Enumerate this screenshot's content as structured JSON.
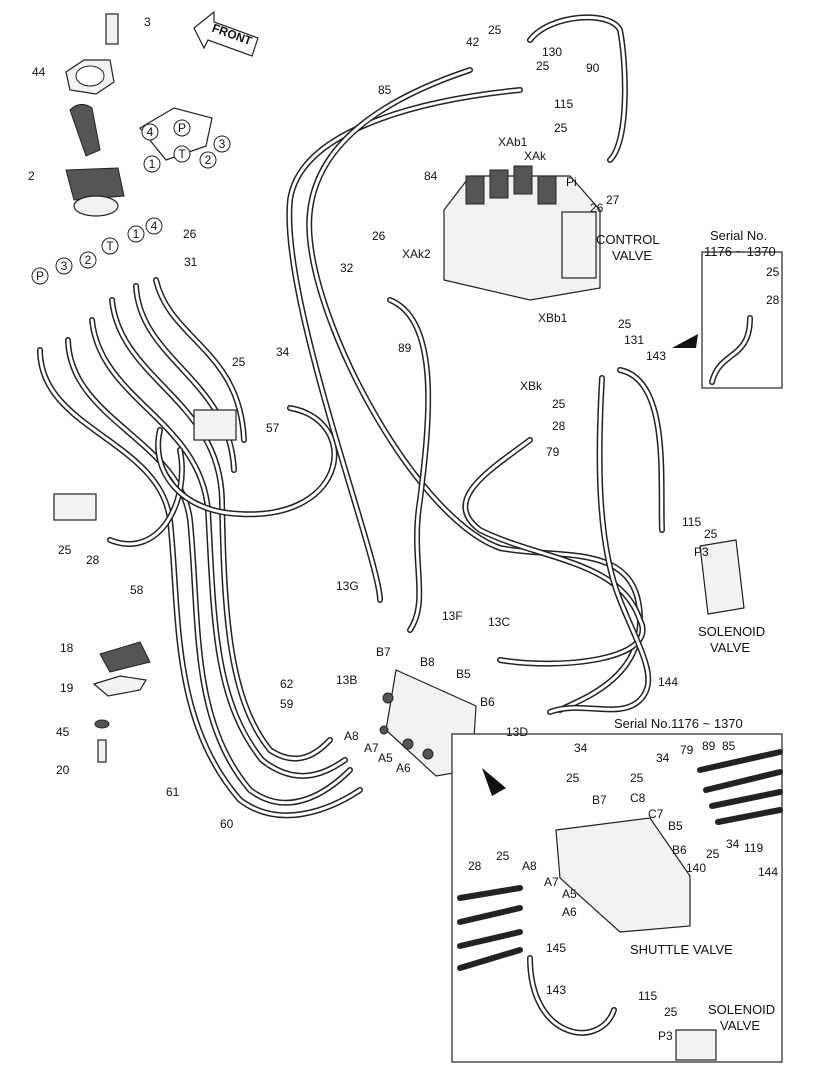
{
  "front_label": "FRONT",
  "control_valve": [
    "CONTROL",
    "VALVE"
  ],
  "solenoid_valve": [
    "SOLENOID",
    "VALVE"
  ],
  "serial_box": [
    "Serial No.",
    "1176 ~ 1370"
  ],
  "detail": {
    "title": "Serial No.1176 ~ 1370",
    "shuttle": "SHUTTLE VALVE",
    "solenoid": [
      "SOLENOID",
      "VALVE"
    ]
  },
  "port_circles": [
    "P",
    "3",
    "2",
    "T",
    "1",
    "4"
  ],
  "labels": [
    {
      "id": "l3",
      "t": "3"
    },
    {
      "id": "l44",
      "t": "44"
    },
    {
      "id": "l2",
      "t": "2"
    },
    {
      "id": "l26a",
      "t": "26"
    },
    {
      "id": "l31",
      "t": "31"
    },
    {
      "id": "l25a",
      "t": "25"
    },
    {
      "id": "l34a",
      "t": "34"
    },
    {
      "id": "l57",
      "t": "57"
    },
    {
      "id": "l25b",
      "t": "25"
    },
    {
      "id": "l28a",
      "t": "28"
    },
    {
      "id": "l58",
      "t": "58"
    },
    {
      "id": "l18",
      "t": "18"
    },
    {
      "id": "l19",
      "t": "19"
    },
    {
      "id": "l45",
      "t": "45"
    },
    {
      "id": "l20",
      "t": "20"
    },
    {
      "id": "l61",
      "t": "61"
    },
    {
      "id": "l60",
      "t": "60"
    },
    {
      "id": "l62",
      "t": "62"
    },
    {
      "id": "l59",
      "t": "59"
    },
    {
      "id": "l85",
      "t": "85"
    },
    {
      "id": "l84",
      "t": "84"
    },
    {
      "id": "l42",
      "t": "42"
    },
    {
      "id": "l25c",
      "t": "25"
    },
    {
      "id": "l130",
      "t": "130"
    },
    {
      "id": "l25d",
      "t": "25"
    },
    {
      "id": "l90",
      "t": "90"
    },
    {
      "id": "l115a",
      "t": "115"
    },
    {
      "id": "l25e",
      "t": "25"
    },
    {
      "id": "lXAb1",
      "t": "XAb1"
    },
    {
      "id": "lXAk",
      "t": "XAk"
    },
    {
      "id": "lPi",
      "t": "Pi"
    },
    {
      "id": "l26b",
      "t": "26"
    },
    {
      "id": "l27",
      "t": "27"
    },
    {
      "id": "l26c",
      "t": "26"
    },
    {
      "id": "lXAk2",
      "t": "XAk2"
    },
    {
      "id": "l32",
      "t": "32"
    },
    {
      "id": "l89",
      "t": "89"
    },
    {
      "id": "lXBb1",
      "t": "XBb1"
    },
    {
      "id": "l25f",
      "t": "25"
    },
    {
      "id": "l131",
      "t": "131"
    },
    {
      "id": "l143a",
      "t": "143"
    },
    {
      "id": "l25g",
      "t": "25"
    },
    {
      "id": "l28b",
      "t": "28"
    },
    {
      "id": "lXBk",
      "t": "XBk"
    },
    {
      "id": "l25h",
      "t": "25"
    },
    {
      "id": "l28c",
      "t": "28"
    },
    {
      "id": "l79",
      "t": "79"
    },
    {
      "id": "l115b",
      "t": "115"
    },
    {
      "id": "l25i",
      "t": "25"
    },
    {
      "id": "lP3a",
      "t": "P3"
    },
    {
      "id": "l144a",
      "t": "144"
    },
    {
      "id": "l13G",
      "t": "13G"
    },
    {
      "id": "l13F",
      "t": "13F"
    },
    {
      "id": "l13C",
      "t": "13C"
    },
    {
      "id": "lB7",
      "t": "B7"
    },
    {
      "id": "lB8",
      "t": "B8"
    },
    {
      "id": "lB5",
      "t": "B5"
    },
    {
      "id": "lB6",
      "t": "B6"
    },
    {
      "id": "l13B",
      "t": "13B"
    },
    {
      "id": "l13D",
      "t": "13D"
    },
    {
      "id": "lA8",
      "t": "A8"
    },
    {
      "id": "lA7",
      "t": "A7"
    },
    {
      "id": "lA5",
      "t": "A5"
    },
    {
      "id": "lA6",
      "t": "A6"
    },
    {
      "id": "l144b",
      "t": "144"
    },
    {
      "id": "d34a",
      "t": "34"
    },
    {
      "id": "d25a",
      "t": "25"
    },
    {
      "id": "dB7",
      "t": "B7"
    },
    {
      "id": "d34b",
      "t": "34"
    },
    {
      "id": "d79",
      "t": "79"
    },
    {
      "id": "d89",
      "t": "89"
    },
    {
      "id": "d85",
      "t": "85"
    },
    {
      "id": "d25b",
      "t": "25"
    },
    {
      "id": "dC8",
      "t": "C8"
    },
    {
      "id": "dC7",
      "t": "C7"
    },
    {
      "id": "dB5",
      "t": "B5"
    },
    {
      "id": "dB6",
      "t": "B6"
    },
    {
      "id": "d140",
      "t": "140"
    },
    {
      "id": "d25c",
      "t": "25"
    },
    {
      "id": "d34c",
      "t": "34"
    },
    {
      "id": "d119",
      "t": "119"
    },
    {
      "id": "d144",
      "t": "144"
    },
    {
      "id": "d28",
      "t": "28"
    },
    {
      "id": "d25d",
      "t": "25"
    },
    {
      "id": "dA8",
      "t": "A8"
    },
    {
      "id": "dA7",
      "t": "A7"
    },
    {
      "id": "dA5",
      "t": "A5"
    },
    {
      "id": "dA6",
      "t": "A6"
    },
    {
      "id": "d145",
      "t": "145"
    },
    {
      "id": "d143",
      "t": "143"
    },
    {
      "id": "d115",
      "t": "115"
    },
    {
      "id": "d25e",
      "t": "25"
    },
    {
      "id": "dP3",
      "t": "P3"
    }
  ]
}
